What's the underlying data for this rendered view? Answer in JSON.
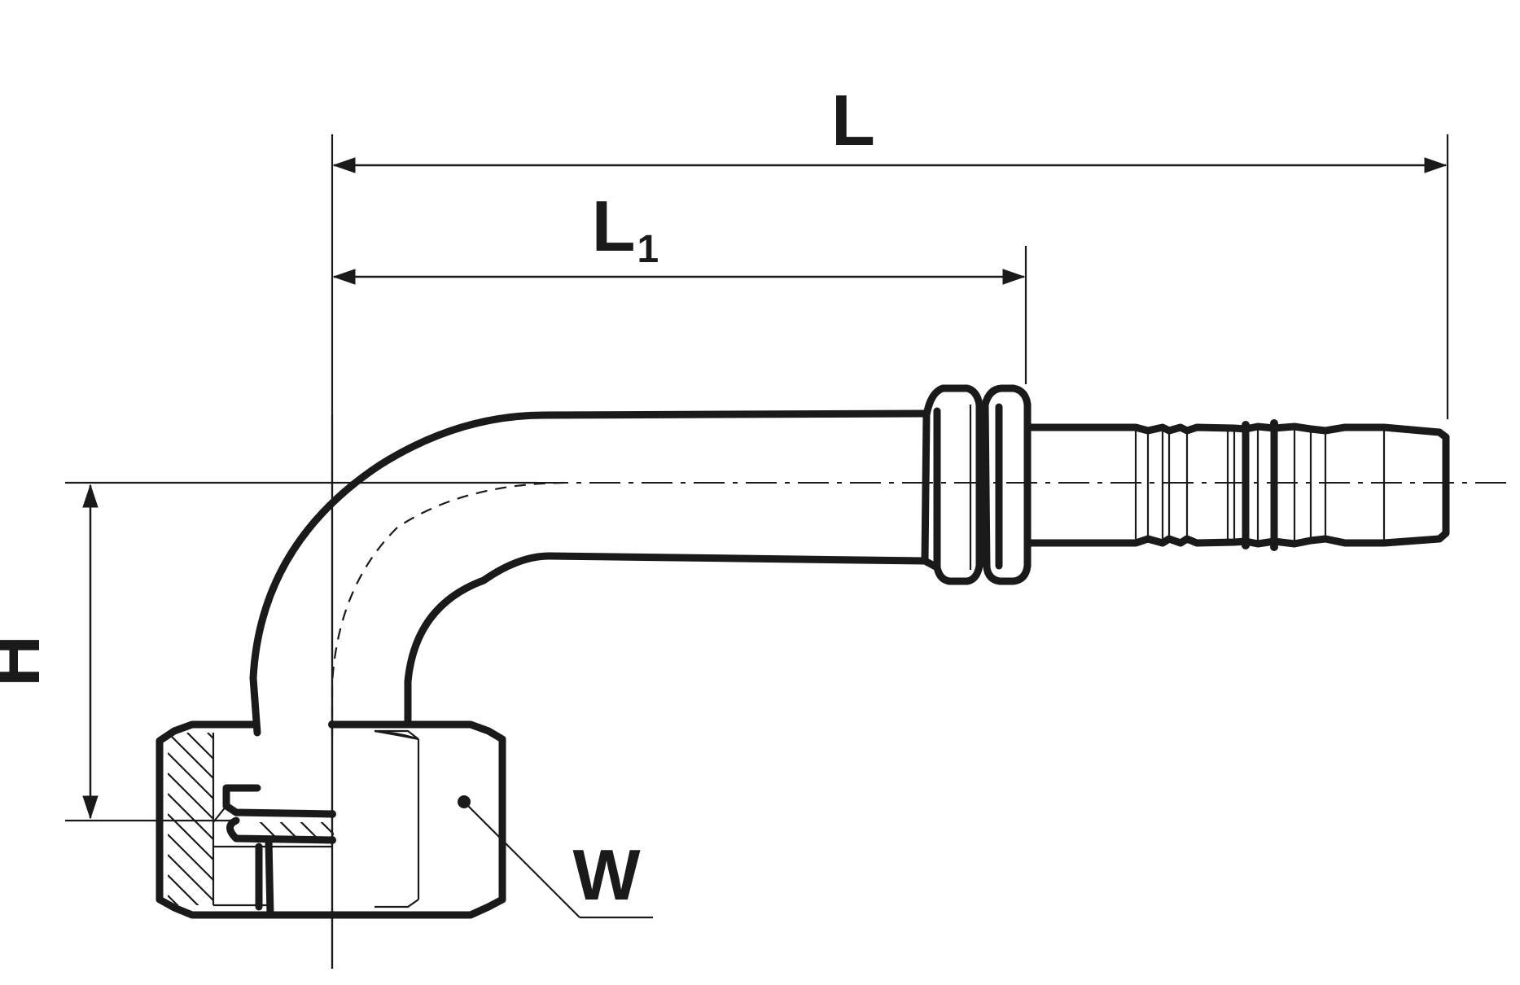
{
  "labels": {
    "overall_length": "L",
    "length_to_collar_main": "L",
    "length_to_collar_sub": "1",
    "height": "H",
    "wrench_size": "W"
  },
  "colors": {
    "line": "#1a1a1a",
    "background": "#ffffff"
  }
}
